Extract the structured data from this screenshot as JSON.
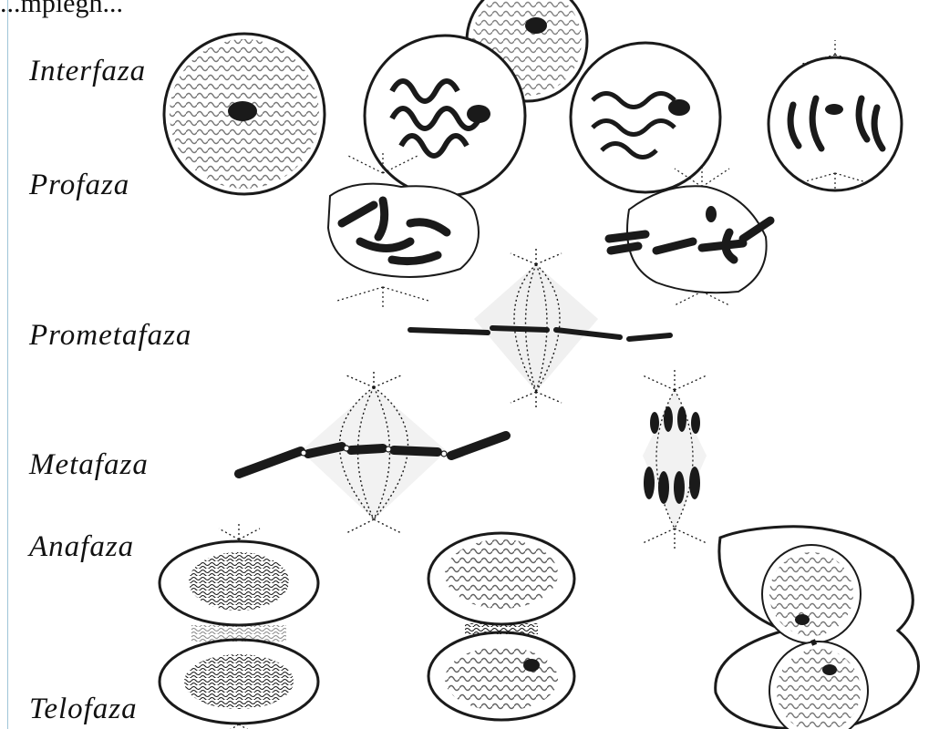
{
  "header_fragment": "...mpiegh...",
  "stages": [
    {
      "id": "interphase",
      "label": "Interfaza"
    },
    {
      "id": "prophase",
      "label": "Profaza"
    },
    {
      "id": "prometaphase",
      "label": "Prometafaza"
    },
    {
      "id": "metaphase",
      "label": "Metafaza"
    },
    {
      "id": "anaphase",
      "label": "Anafaza"
    },
    {
      "id": "telophase",
      "label": "Telofaza"
    }
  ],
  "colors": {
    "ink": "#1a1a1a",
    "page": "#ffffff",
    "edge": "#9fc5d8",
    "spindle_shade": "#e6e6e6"
  }
}
